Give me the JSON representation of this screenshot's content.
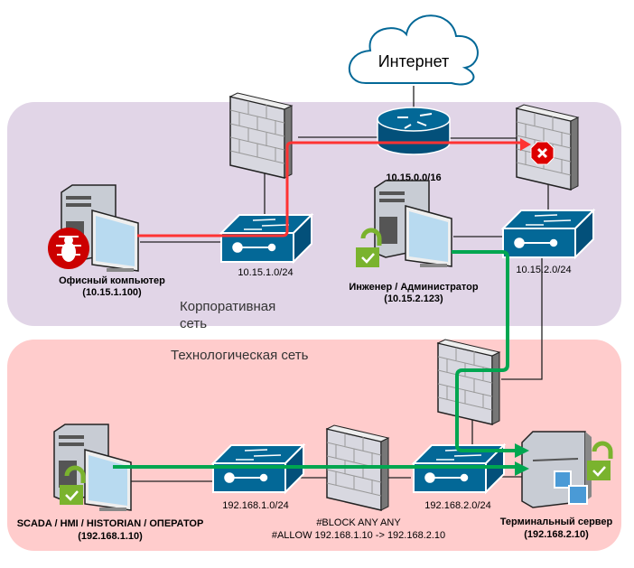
{
  "internet": {
    "label": "Интернет"
  },
  "zones": {
    "corporate": {
      "label_line1": "Корпоративная",
      "label_line2": "сеть",
      "color": "#e1d5e7"
    },
    "technological": {
      "label": "Технологическая сеть",
      "color": "#ffcccc"
    }
  },
  "router": {
    "label": "10.15.0.0/16"
  },
  "switches": [
    {
      "label": "10.15.1.0/24"
    },
    {
      "label": "10.15.2.0/24"
    },
    {
      "label": "192.168.1.0/24"
    },
    {
      "label": "192.168.2.0/24"
    }
  ],
  "hosts": {
    "office": {
      "name": "Офисный компьютер",
      "ip": "(10.15.1.100)",
      "badge": "bug-icon"
    },
    "engineer": {
      "name": "Инженер / Администратор",
      "ip": "(10.15.2.123)",
      "badge": "unlocked-check-icon"
    },
    "scada": {
      "name": "SCADA / HMI / HISTORIAN / ОПЕРАТОР",
      "ip": "(192.168.1.10)",
      "badge": "unlocked-check-icon"
    },
    "terminal": {
      "name": "Терминальный сервер",
      "ip": "(192.168.2.10)",
      "badge": "unlocked-check-icon"
    }
  },
  "firewall_rules": {
    "line1": "#BLOCK ANY ANY",
    "line2": "#ALLOW 192.168.1.10 -> 192.168.2.10"
  },
  "colors": {
    "blocked_path": "#ff3333",
    "allowed_path": "#00a650",
    "device_blue": "#036897"
  }
}
